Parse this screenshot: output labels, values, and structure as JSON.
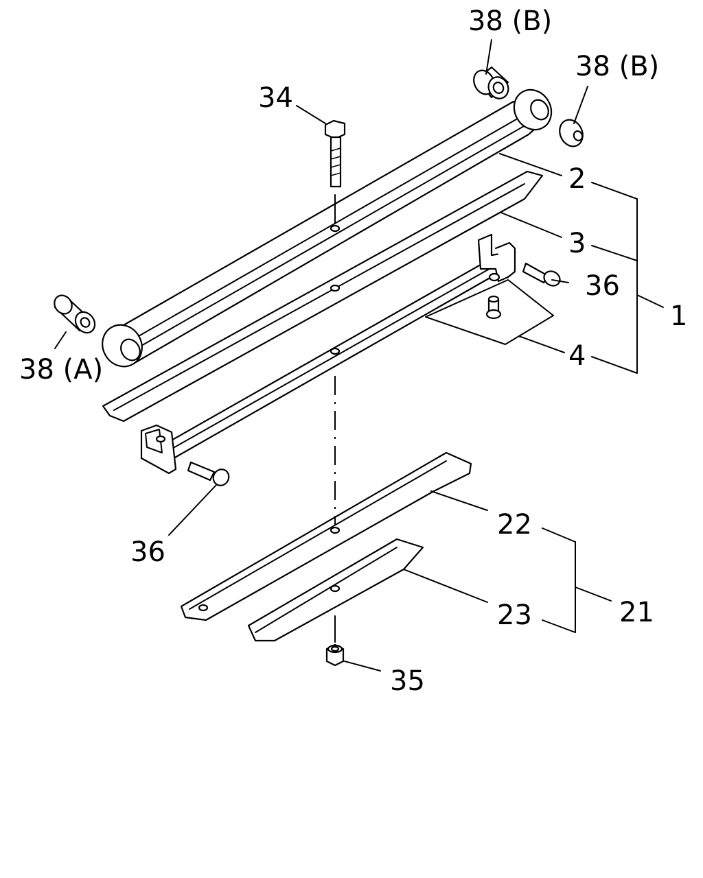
{
  "labels": {
    "p38b_top": "38 (B)",
    "p38b_right": "38 (B)",
    "p34": "34",
    "p2": "2",
    "p3": "3",
    "p36_right": "36",
    "p1": "1",
    "p38a": "38 (A)",
    "p4": "4",
    "p36_left": "36",
    "p22": "22",
    "p21": "21",
    "p23": "23",
    "p35": "35"
  }
}
